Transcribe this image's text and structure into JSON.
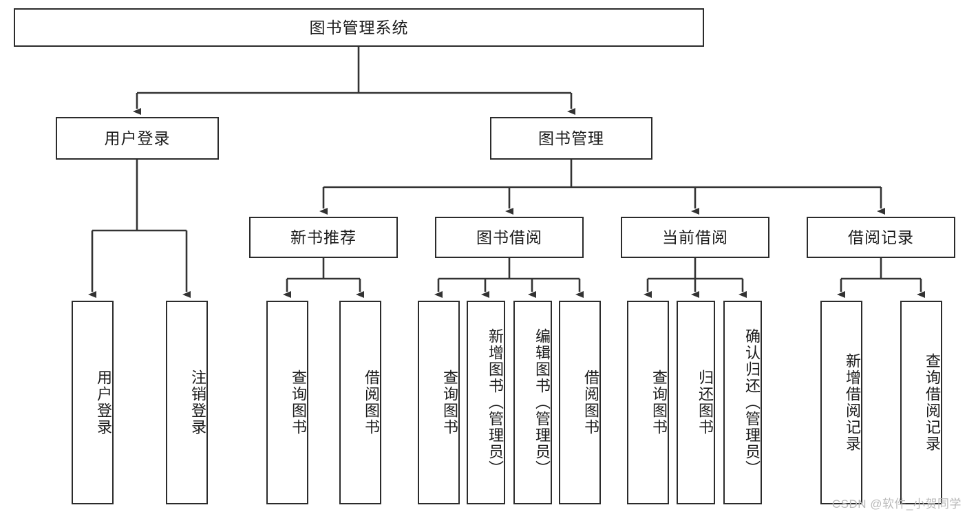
{
  "diagram": {
    "type": "tree-hierarchy-chart",
    "title_text": "图书管理系统",
    "theme": {
      "background": "#ffffff",
      "box_border": "#2b2b2b",
      "box_fill": "#ffffff",
      "line": "#333333",
      "text": "#1b1b1b",
      "watermark": "#b9b9b9"
    },
    "root": {
      "label": "图书管理系统"
    },
    "level2": [
      {
        "label": "用户登录"
      },
      {
        "label": "图书管理"
      }
    ],
    "level3": [
      {
        "label": "新书推荐"
      },
      {
        "label": "图书借阅"
      },
      {
        "label": "当前借阅"
      },
      {
        "label": "借阅记录"
      }
    ],
    "leaves": {
      "user_login": [
        {
          "label": "用户登录"
        },
        {
          "label": "注销登录"
        }
      ],
      "new_book_recommend": [
        {
          "label": "查询图书"
        },
        {
          "label": "借阅图书"
        }
      ],
      "book_borrow": [
        {
          "label": "查询图书"
        },
        {
          "label": "新增图书（管理员）"
        },
        {
          "label": "编辑图书（管理员）"
        },
        {
          "label": "借阅图书"
        }
      ],
      "current_borrow": [
        {
          "label": "查询图书"
        },
        {
          "label": "归还图书"
        },
        {
          "label": "确认归还（管理员）"
        }
      ],
      "borrow_record": [
        {
          "label": "新增借阅记录"
        },
        {
          "label": "查询借阅记录"
        }
      ]
    }
  },
  "watermark": {
    "text": "CSDN @软件_小贺同学"
  }
}
